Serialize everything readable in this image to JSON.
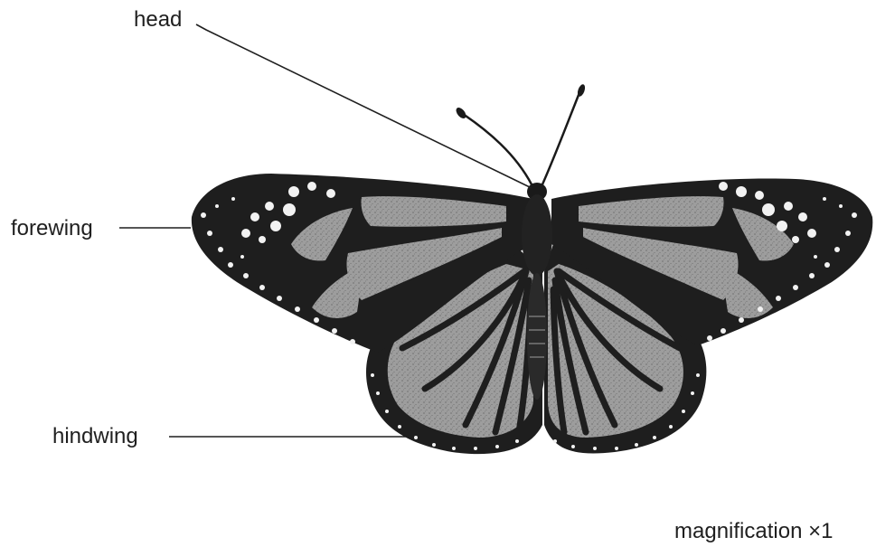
{
  "labels": {
    "head": "head",
    "forewing": "forewing",
    "hindwing": "hindwing"
  },
  "magnification": "magnification ×1",
  "colors": {
    "wing_dark": "#1e1e1e",
    "wing_light": "#9a9a9a",
    "spot": "#f2f2f2",
    "leader_line": "#1f1f1f"
  }
}
